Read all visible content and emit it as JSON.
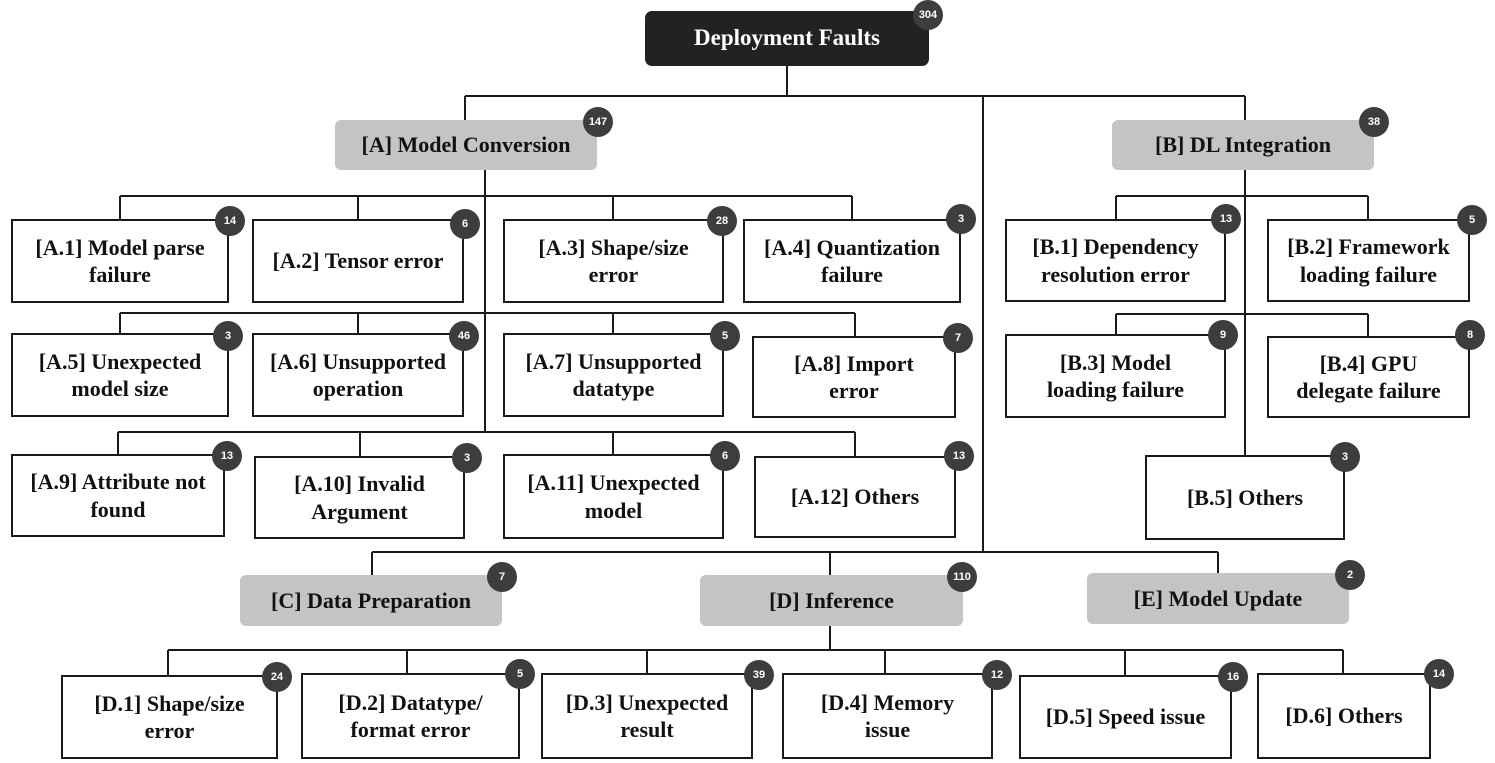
{
  "root": {
    "label": "Deployment Faults",
    "count": "304"
  },
  "A": {
    "label": "[A] Model Conversion",
    "count": "147",
    "items": [
      {
        "label": "[A.1] Model parse failure",
        "count": "14"
      },
      {
        "label": "[A.2] Tensor error",
        "count": "6"
      },
      {
        "label": "[A.3] Shape/size error",
        "count": "28"
      },
      {
        "label": "[A.4] Quantization failure",
        "count": "3"
      },
      {
        "label": "[A.5] Unexpected model size",
        "count": "3"
      },
      {
        "label": "[A.6] Unsupported operation",
        "count": "46"
      },
      {
        "label": "[A.7] Unsupported datatype",
        "count": "5"
      },
      {
        "label": "[A.8] Import error",
        "count": "7"
      },
      {
        "label": "[A.9] Attribute not found",
        "count": "13"
      },
      {
        "label": "[A.10] Invalid Argument",
        "count": "3"
      },
      {
        "label": "[A.11] Unexpected model",
        "count": "6"
      },
      {
        "label": "[A.12] Others",
        "count": "13"
      }
    ]
  },
  "B": {
    "label": "[B] DL Integration",
    "count": "38",
    "items": [
      {
        "label": "[B.1] Dependency resolution error",
        "count": "13"
      },
      {
        "label": "[B.2] Framework loading failure",
        "count": "5"
      },
      {
        "label": "[B.3] Model loading failure",
        "count": "9"
      },
      {
        "label": "[B.4] GPU delegate failure",
        "count": "8"
      },
      {
        "label": "[B.5] Others",
        "count": "3"
      }
    ]
  },
  "C": {
    "label": "[C] Data Preparation",
    "count": "7"
  },
  "D": {
    "label": "[D] Inference",
    "count": "110",
    "items": [
      {
        "label": "[D.1] Shape/size error",
        "count": "24"
      },
      {
        "label": "[D.2] Datatype/ format error",
        "count": "5"
      },
      {
        "label": "[D.3] Unexpected result",
        "count": "39"
      },
      {
        "label": "[D.4] Memory issue",
        "count": "12"
      },
      {
        "label": "[D.5] Speed issue",
        "count": "16"
      },
      {
        "label": "[D.6] Others",
        "count": "14"
      }
    ]
  },
  "E": {
    "label": "[E] Model Update",
    "count": "2"
  }
}
